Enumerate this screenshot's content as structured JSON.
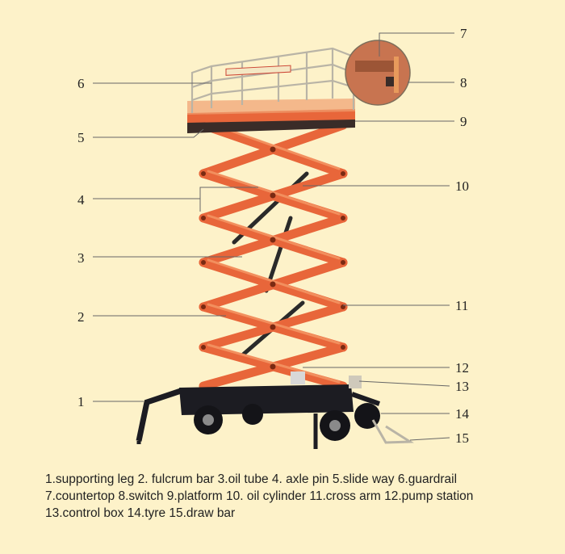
{
  "labels": [
    {
      "num": "1",
      "text": "supporting leg"
    },
    {
      "num": "2",
      "text": "fulcrum bar"
    },
    {
      "num": "3",
      "text": "oil tube"
    },
    {
      "num": "4",
      "text": "axle pin"
    },
    {
      "num": "5",
      "text": "slide way"
    },
    {
      "num": "6",
      "text": "guardrail"
    },
    {
      "num": "7",
      "text": "countertop"
    },
    {
      "num": "8",
      "text": "switch"
    },
    {
      "num": "9",
      "text": "platform"
    },
    {
      "num": "10",
      "text": "oil cylinder"
    },
    {
      "num": "11",
      "text": "cross arm"
    },
    {
      "num": "12",
      "text": "pump station"
    },
    {
      "num": "13",
      "text": "control box"
    },
    {
      "num": "14",
      "text": "tyre"
    },
    {
      "num": "15",
      "text": "draw bar"
    }
  ],
  "legend": {
    "line1": "1.supporting leg 2. fulcrum bar 3.oil tube 4. axle pin 5.slide way 6.guardrail",
    "line2": "7.countertop 8.switch 9.platform 10. oil cylinder 11.cross arm 12.pump station",
    "line3": "13.control box 14.tyre 15.draw bar"
  },
  "colors": {
    "background": "#fdf2c9",
    "scissor": "#e8663a",
    "chassis": "#1c1c22",
    "rail": "#b9b4a6"
  }
}
